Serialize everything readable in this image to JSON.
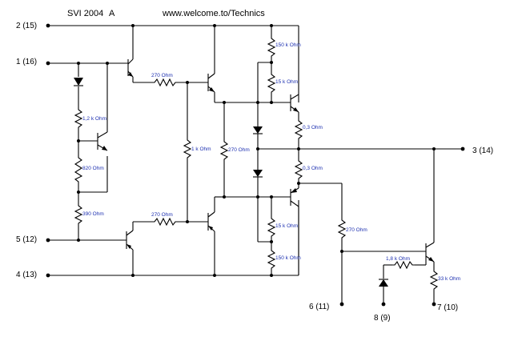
{
  "header": {
    "part": "SVI 2004",
    "variant": "A",
    "url": "www.welcome.to/Technics"
  },
  "pins": {
    "p2": "2 (15)",
    "p1": "1 (16)",
    "p5": "5 (12)",
    "p4": "4 (13)",
    "p3": "3 (14)",
    "p6": "6 (11)",
    "p8": "8 (9)",
    "p7": "7 (10)"
  },
  "resistors": {
    "r_12k": "1,2 k Ohm",
    "r_820": "820 Ohm",
    "r_390": "390 Ohm",
    "r_270_top": "270 Ohm",
    "r_1k": "1 k Ohm",
    "r_270_mid": "270 Ohm",
    "r_270_bot": "270 Ohm",
    "r_150k_top": "150 k Ohm",
    "r_15k_top": "15 k Ohm",
    "r_03_top": "0,3 Ohm",
    "r_03_bot": "0,3 Ohm",
    "r_15k_bot": "15 k Ohm",
    "r_150k_bot": "150 k Ohm",
    "r_270_right": "270 Ohm",
    "r_18k": "1,8 k Ohm",
    "r_33k": "33 k Ohm"
  },
  "colors": {
    "wire": "#000000",
    "value_text": "#1c2fb0",
    "background": "#ffffff"
  }
}
